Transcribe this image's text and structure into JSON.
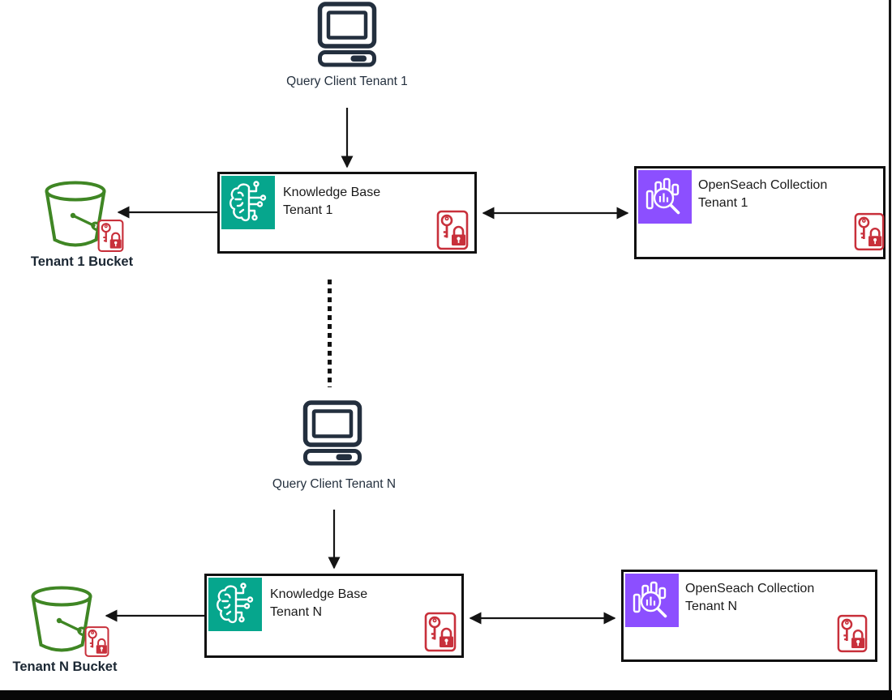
{
  "colors": {
    "navy": "#232F3E",
    "teal": "#06A68D",
    "purple": "#8C4FFF",
    "green": "#3F8624",
    "red": "#C8303B",
    "line": "#141414"
  },
  "icons": {
    "query_client": "desktop-computer-icon",
    "knowledge_base": "bedrock-brain-circuit-icon",
    "opensearch": "bar-chart-magnifier-icon",
    "bucket": "s3-bucket-icon",
    "encryption": "key-and-padlock-icon"
  },
  "tenants": [
    {
      "query_client_label": "Query Client Tenant 1",
      "kb_line1": "Knowledge Base",
      "kb_line2": "Tenant 1",
      "os_line1": "OpenSeach Collection",
      "os_line2": "Tenant 1",
      "bucket_label": "Tenant 1 Bucket"
    },
    {
      "query_client_label": "Query Client Tenant N",
      "kb_line1": "Knowledge Base",
      "kb_line2": "Tenant N",
      "os_line1": "OpenSeach Collection",
      "os_line2": "Tenant N",
      "bucket_label": "Tenant N Bucket"
    }
  ],
  "separator": "vertical-dotted-line-between-tenant-groups",
  "connections": [
    {
      "from": "Query Client Tenant 1",
      "to": "Knowledge Base Tenant 1",
      "style": "arrow"
    },
    {
      "from": "Knowledge Base Tenant 1",
      "to": "Tenant 1 Bucket",
      "style": "arrow"
    },
    {
      "from": "Knowledge Base Tenant 1",
      "to": "OpenSeach Collection Tenant 1",
      "style": "double-arrow"
    },
    {
      "from": "Query Client Tenant N",
      "to": "Knowledge Base Tenant N",
      "style": "arrow"
    },
    {
      "from": "Knowledge Base Tenant N",
      "to": "Tenant N Bucket",
      "style": "arrow"
    },
    {
      "from": "Knowledge Base Tenant N",
      "to": "OpenSeach Collection Tenant N",
      "style": "double-arrow"
    }
  ]
}
